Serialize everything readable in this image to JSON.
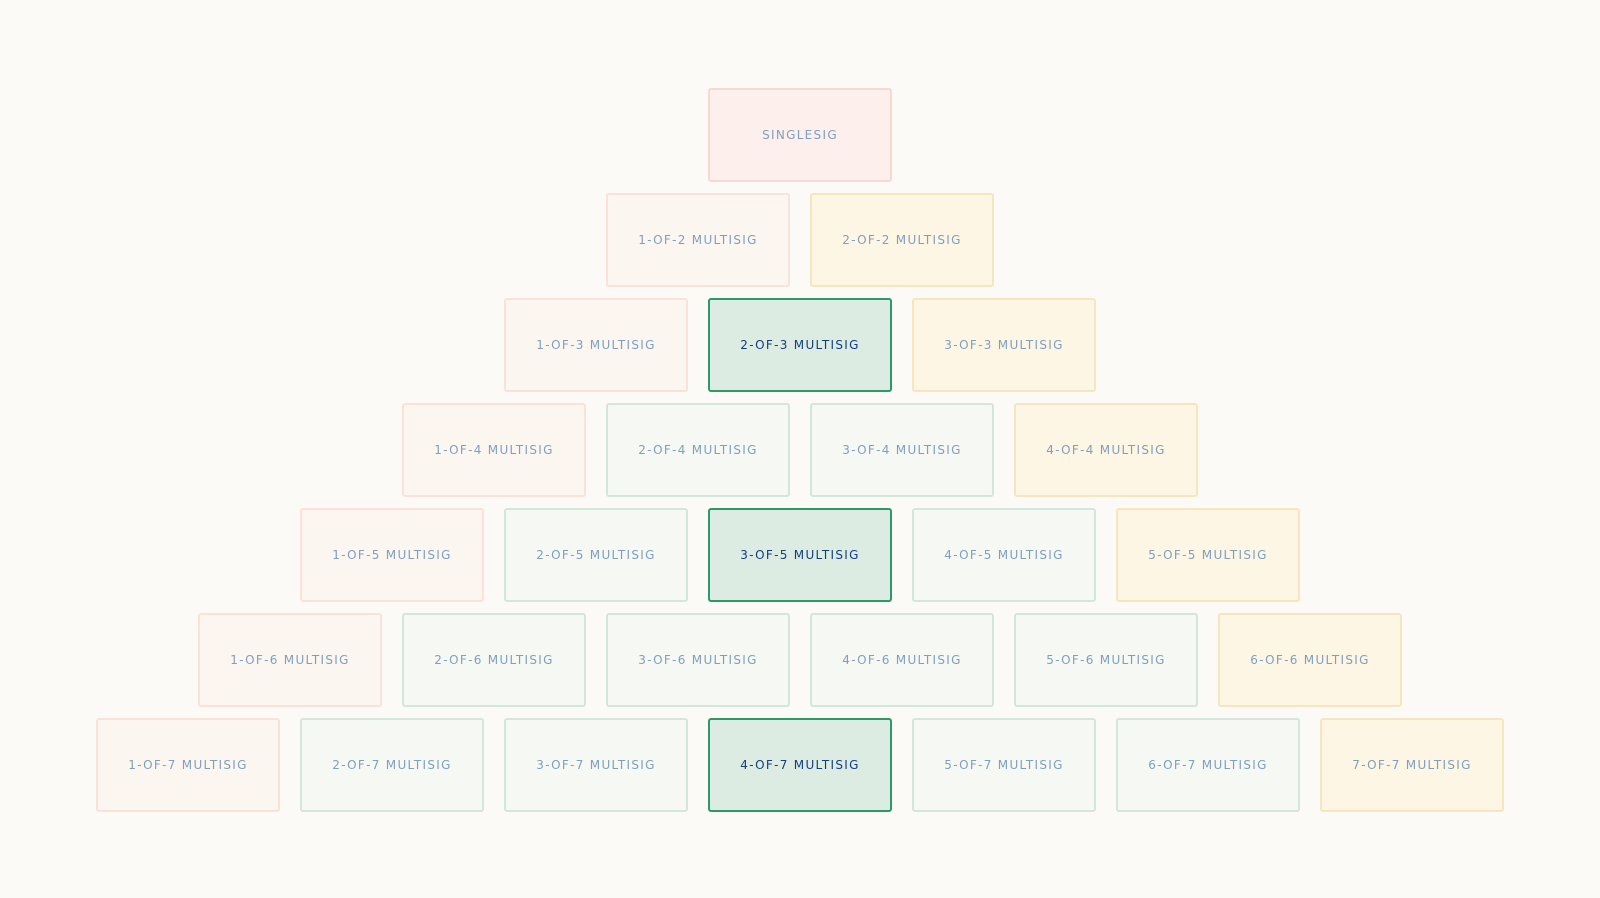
{
  "diagram": {
    "rows": [
      [
        {
          "label": "SINGLESIG",
          "kind": "single"
        }
      ],
      [
        {
          "label": "1-OF-2 MULTISIG",
          "kind": "low"
        },
        {
          "label": "2-OF-2 MULTISIG",
          "kind": "all"
        }
      ],
      [
        {
          "label": "1-OF-3 MULTISIG",
          "kind": "low"
        },
        {
          "label": "2-OF-3 MULTISIG",
          "kind": "mid",
          "highlighted": true
        },
        {
          "label": "3-OF-3 MULTISIG",
          "kind": "all"
        }
      ],
      [
        {
          "label": "1-OF-4 MULTISIG",
          "kind": "low"
        },
        {
          "label": "2-OF-4 MULTISIG",
          "kind": "mid"
        },
        {
          "label": "3-OF-4 MULTISIG",
          "kind": "mid"
        },
        {
          "label": "4-OF-4 MULTISIG",
          "kind": "all"
        }
      ],
      [
        {
          "label": "1-OF-5 MULTISIG",
          "kind": "low"
        },
        {
          "label": "2-OF-5 MULTISIG",
          "kind": "mid"
        },
        {
          "label": "3-OF-5 MULTISIG",
          "kind": "mid",
          "highlighted": true
        },
        {
          "label": "4-OF-5 MULTISIG",
          "kind": "mid"
        },
        {
          "label": "5-OF-5 MULTISIG",
          "kind": "all"
        }
      ],
      [
        {
          "label": "1-OF-6 MULTISIG",
          "kind": "low"
        },
        {
          "label": "2-OF-6 MULTISIG",
          "kind": "mid"
        },
        {
          "label": "3-OF-6 MULTISIG",
          "kind": "mid"
        },
        {
          "label": "4-OF-6 MULTISIG",
          "kind": "mid"
        },
        {
          "label": "5-OF-6 MULTISIG",
          "kind": "mid"
        },
        {
          "label": "6-OF-6 MULTISIG",
          "kind": "all"
        }
      ],
      [
        {
          "label": "1-OF-7 MULTISIG",
          "kind": "low"
        },
        {
          "label": "2-OF-7 MULTISIG",
          "kind": "mid"
        },
        {
          "label": "3-OF-7 MULTISIG",
          "kind": "mid"
        },
        {
          "label": "4-OF-7 MULTISIG",
          "kind": "mid",
          "highlighted": true
        },
        {
          "label": "5-OF-7 MULTISIG",
          "kind": "mid"
        },
        {
          "label": "6-OF-7 MULTISIG",
          "kind": "mid"
        },
        {
          "label": "7-OF-7 MULTISIG",
          "kind": "all"
        }
      ]
    ],
    "colors": {
      "background": "#fcfaf6",
      "singlesig_fill": "#fdefeb",
      "one_of_n_fill": "#fcf6f1",
      "m_of_n_fill": "#f5f8f3",
      "n_of_n_fill": "#fdf6e4",
      "highlight_fill": "#dcece2",
      "highlight_border": "#2b9a67",
      "label_text": "#7f9fbf",
      "highlight_text": "#143e7e"
    }
  }
}
